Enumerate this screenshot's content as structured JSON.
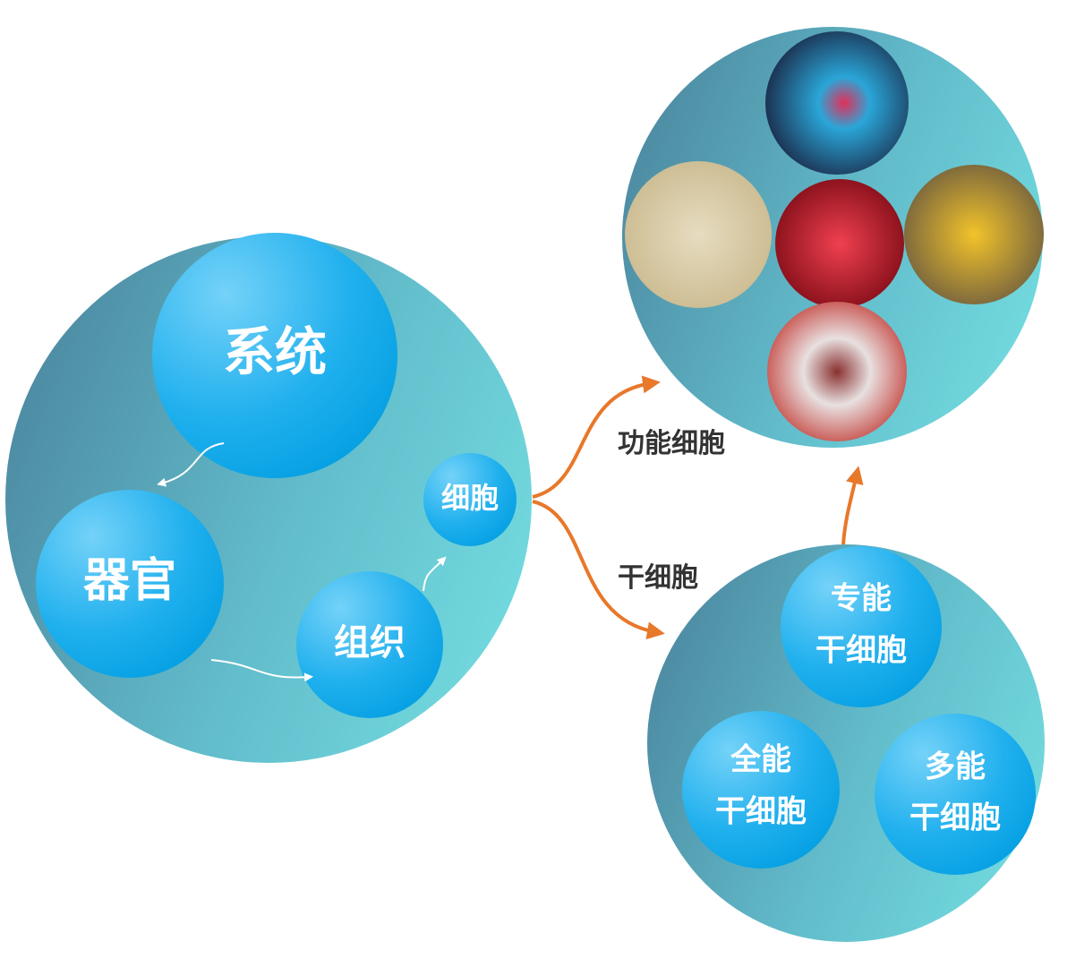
{
  "hierarchy": {
    "system": "系统",
    "organ": "器官",
    "tissue": "组织",
    "cell": "细胞"
  },
  "branches": {
    "functional_cells": "功能细胞",
    "stem_cells": "干细胞"
  },
  "stem_cell_types": {
    "unipotent": [
      "专能",
      "干细胞"
    ],
    "totipotent": [
      "全能",
      "干细胞"
    ],
    "pluripotent": [
      "多能",
      "干细胞"
    ]
  },
  "functional_cell_images": [
    "neuron-image",
    "epithelial-cell-image",
    "red-blood-cell-image",
    "fat-cell-image",
    "white-blood-cell-image"
  ],
  "colors": {
    "outer_circle_dark": "#4f8fa6",
    "outer_circle_light": "#6fd6dc",
    "bubble_light": "#6fd0f7",
    "bubble_dark": "#05a3e6",
    "arrow_orange": "#e8782a"
  }
}
